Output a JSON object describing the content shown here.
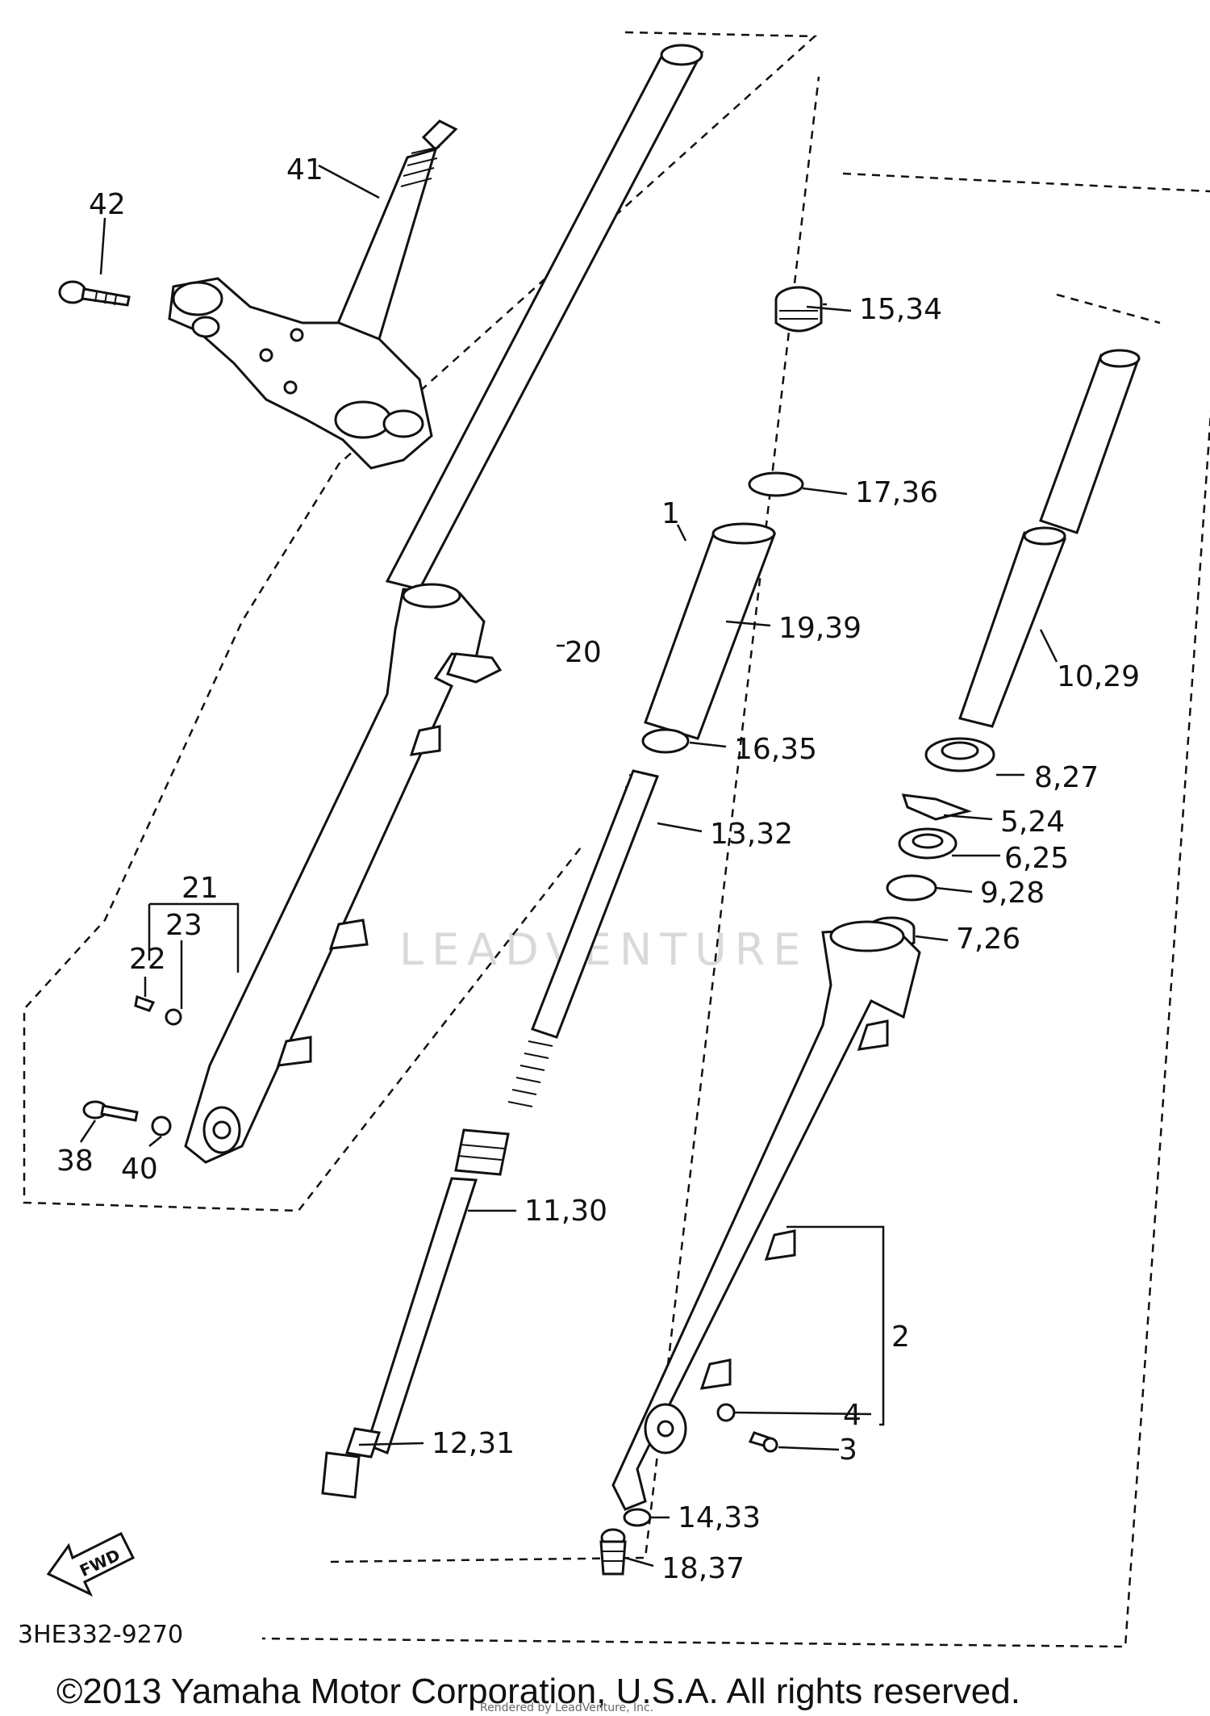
{
  "diagram": {
    "part_code": "3HE332-9270",
    "copyright": "©2013 Yamaha Motor Corporation, U.S.A. All rights reserved.",
    "watermark": "LEADVENTURE",
    "fine_print": "Rendered by LeadVenture, Inc.",
    "fwd_label": "FWD",
    "callouts": {
      "c41": "41",
      "c42": "42",
      "c20": "20",
      "c21": "21",
      "c22": "22",
      "c23": "23",
      "c38": "38",
      "c40": "40",
      "c1": "1",
      "c15": "15,34",
      "c17": "17,36",
      "c19": "19,39",
      "c16": "16,35",
      "c13": "13,32",
      "c11": "11,30",
      "c12": "12,31",
      "c10": "10,29",
      "c8": "8,27",
      "c5": "5,24",
      "c6": "6,25",
      "c9": "9,28",
      "c7": "7,26",
      "c2": "2",
      "c4": "4",
      "c3": "3",
      "c14": "14,33",
      "c18": "18,37"
    }
  }
}
